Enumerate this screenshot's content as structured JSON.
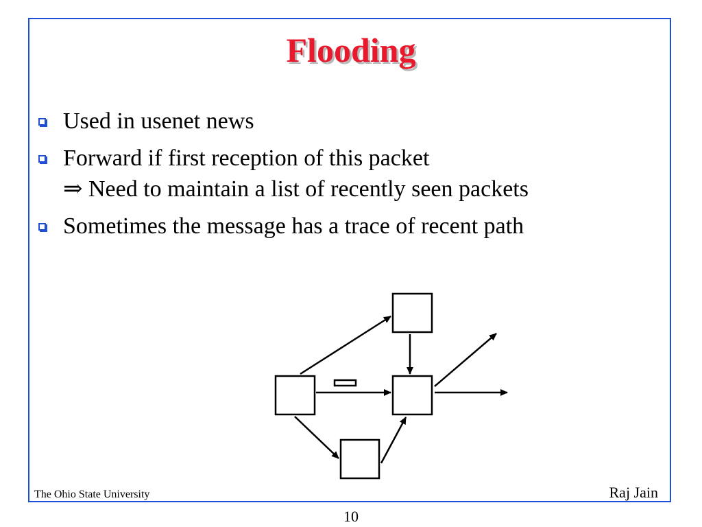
{
  "slide": {
    "title": "Flooding",
    "bullets": [
      {
        "text": "Used in usenet news"
      },
      {
        "text": "Forward if first reception of this packet",
        "sub": "⇒ Need to maintain a list of recently seen packets"
      },
      {
        "text": "Sometimes the message has a trace of recent path"
      }
    ],
    "footer_left": "The Ohio State University",
    "footer_right": "Raj Jain",
    "page_number": "10"
  },
  "colors": {
    "title": "#e8192c",
    "frame": "#1f4fd6",
    "bullet_box": "#1f4fd6"
  }
}
